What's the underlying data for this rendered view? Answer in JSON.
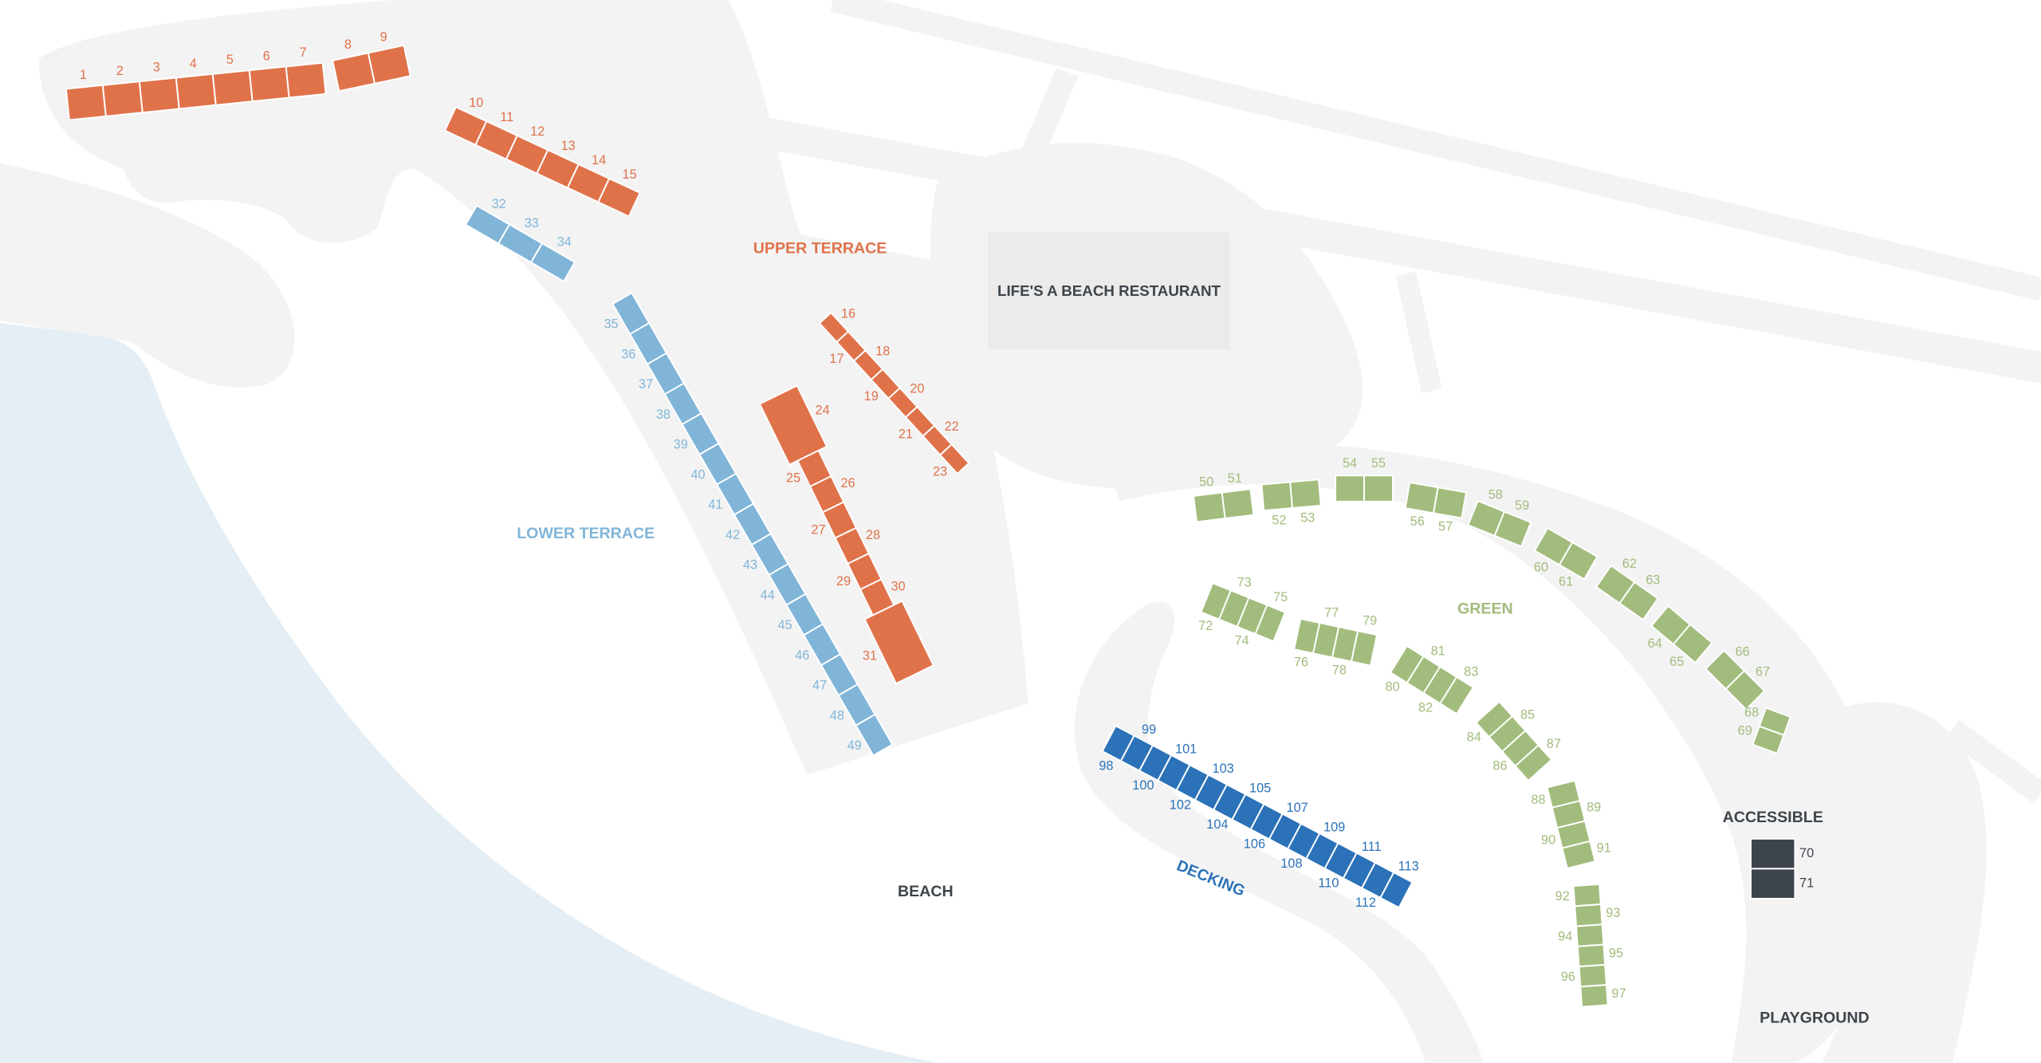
{
  "colors": {
    "upper_terrace": "#e0724a",
    "lower_terrace": "#80b5d8",
    "green": "#a2bc7d",
    "decking": "#2b72b8",
    "accessible": "#3d444b",
    "land": "#f3f3f3",
    "water": "#e4eef4",
    "restaurant": "#ebebeb"
  },
  "labels": {
    "upper_terrace": "UPPER TERRACE",
    "lower_terrace": "LOWER TERRACE",
    "restaurant": "LIFE'S A BEACH RESTAURANT",
    "green": "GREEN",
    "decking": "DECKING",
    "beach": "BEACH",
    "accessible": "ACCESSIBLE",
    "playground": "PLAYGROUND"
  },
  "sections": {
    "upper_terrace": {
      "seats": [
        "1",
        "2",
        "3",
        "4",
        "5",
        "6",
        "7",
        "8",
        "9",
        "10",
        "11",
        "12",
        "13",
        "14",
        "15",
        "16",
        "17",
        "18",
        "19",
        "20",
        "21",
        "22",
        "23",
        "24",
        "25",
        "26",
        "27",
        "28",
        "29",
        "30",
        "31"
      ]
    },
    "lower_terrace": {
      "seats": [
        "32",
        "33",
        "34",
        "35",
        "36",
        "37",
        "38",
        "39",
        "40",
        "41",
        "42",
        "43",
        "44",
        "45",
        "46",
        "47",
        "48",
        "49"
      ]
    },
    "green": {
      "seats": [
        "50",
        "51",
        "52",
        "53",
        "54",
        "55",
        "56",
        "57",
        "58",
        "59",
        "60",
        "61",
        "62",
        "63",
        "64",
        "65",
        "66",
        "67",
        "68",
        "69",
        "72",
        "73",
        "74",
        "75",
        "76",
        "77",
        "78",
        "79",
        "80",
        "81",
        "82",
        "83",
        "84",
        "85",
        "86",
        "87",
        "88",
        "89",
        "90",
        "91",
        "92",
        "93",
        "94",
        "95",
        "96",
        "97"
      ]
    },
    "accessible": {
      "seats": [
        "70",
        "71"
      ]
    },
    "decking": {
      "seats": [
        "98",
        "99",
        "100",
        "101",
        "102",
        "103",
        "104",
        "105",
        "106",
        "107",
        "108",
        "109",
        "110",
        "111",
        "112",
        "113"
      ]
    }
  }
}
